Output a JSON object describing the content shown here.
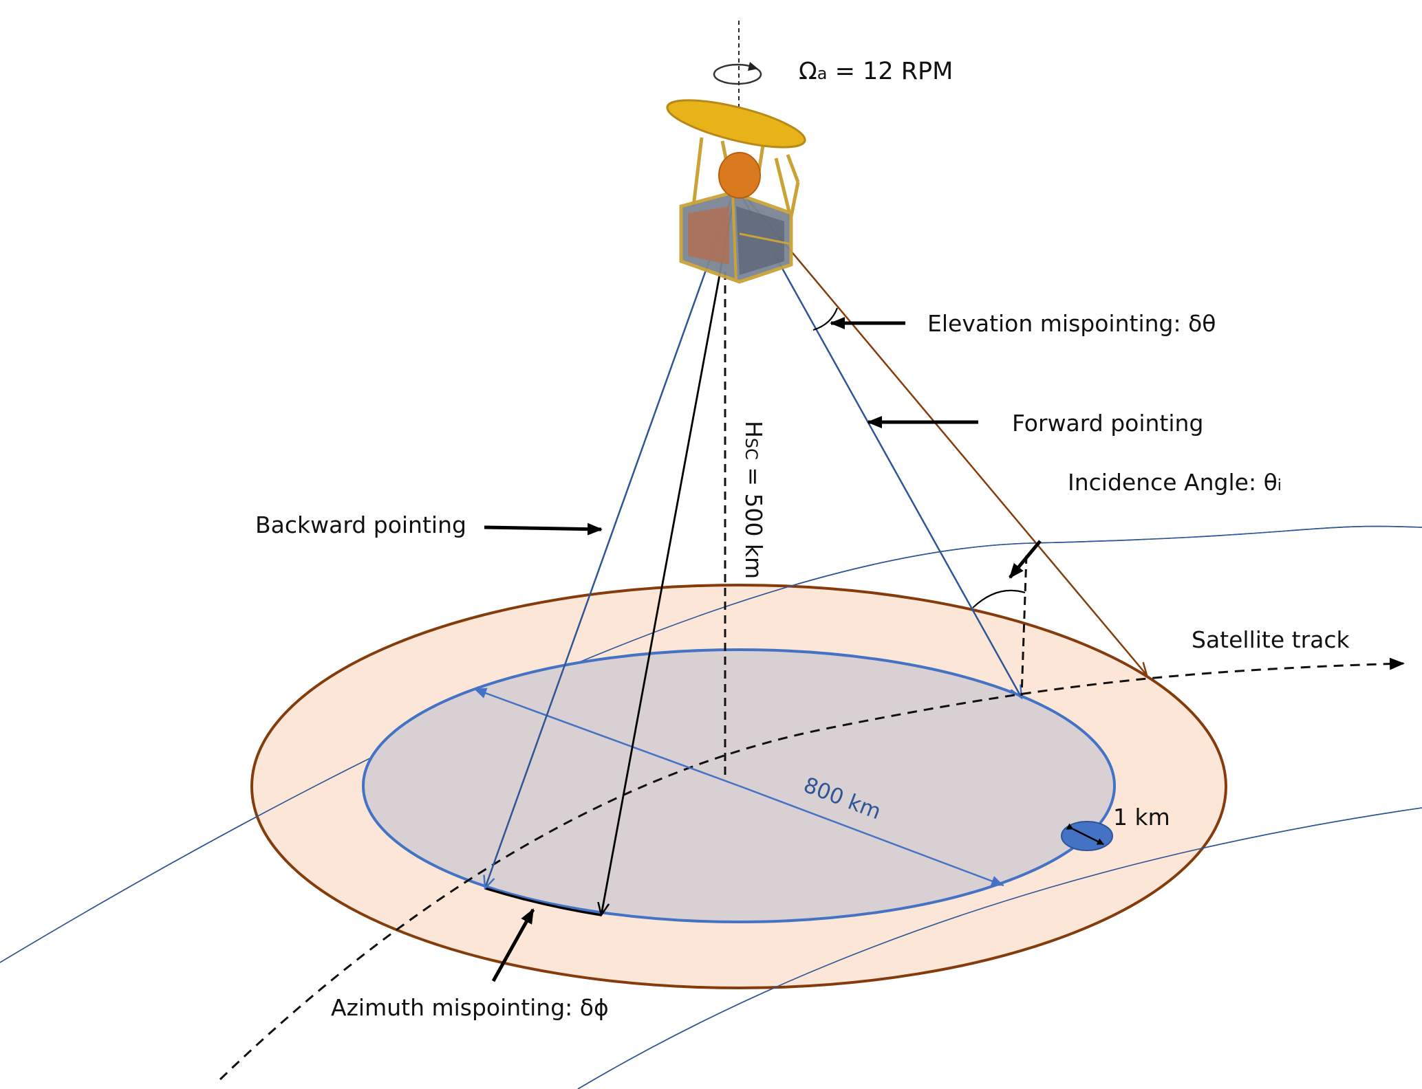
{
  "figure": {
    "rotation_label": {
      "symbol": "Ω",
      "subscript": "a",
      "rest": " = 12 RPM"
    },
    "labels": {
      "elevation_mispointing": "Elevation mispointing: δθ",
      "forward_pointing": "Forward pointing",
      "incidence_angle": "Incidence Angle: θ",
      "incidence_subscript": "i",
      "backward_pointing": "Backward pointing",
      "satellite_track": "Satellite track",
      "altitude_main": "H",
      "altitude_subscript": "SC",
      "altitude_rest": " = 500 km",
      "swath_width": "800 km",
      "footprint_size": "1 km",
      "azimuth_mispointing": "Azimuth mispointing: δϕ"
    },
    "colors": {
      "outer_fill": "#fbe6d7",
      "outer_stroke": "#843c0c",
      "inner_fill": "#d8d0d3",
      "inner_stroke": "#4472c4",
      "beam_blue": "#2f5597",
      "beam_brown": "#843c0c",
      "footprint": "#4472c4",
      "earth_lines": "#2f5597",
      "antenna": "#e8b219",
      "reflector": "#d97a1e"
    }
  }
}
